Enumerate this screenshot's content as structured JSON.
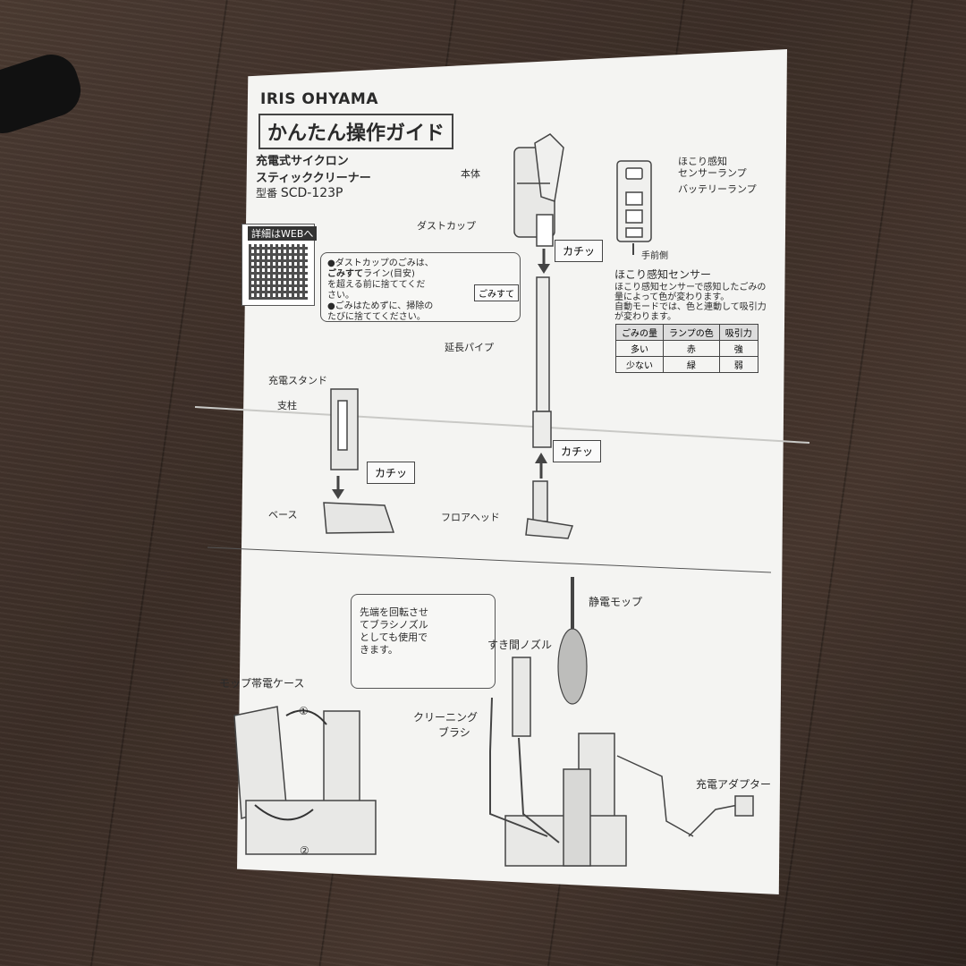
{
  "brand": "IRIS OHYAMA",
  "guide_title": "かんたん操作ガイド",
  "product": {
    "line1": "充電式サイクロン",
    "line2": "スティッククリーナー",
    "model_prefix": "型番",
    "model": "SCD-123P"
  },
  "web_label": "詳細はWEBへ",
  "dust_note": {
    "bullet1_a": "●ダストカップのごみは、",
    "bullet1_b": "ごみすて",
    "bullet1_c": "ライン(目安)",
    "bullet1_d": "を超える前に捨ててくだ",
    "bullet1_e": "さい。",
    "bullet2_a": "●ごみはためずに、掃除の",
    "bullet2_b": "たびに捨ててください。",
    "gomisute": "ごみすて"
  },
  "labels": {
    "body": "本体",
    "dust_cup": "ダストカップ",
    "click1": "カチッ",
    "click2": "カチッ",
    "click3": "カチッ",
    "extension_pipe": "延長パイプ",
    "floor_head": "フロアヘッド",
    "charge_stand": "充電スタンド",
    "pillar": "支柱",
    "base": "ベース",
    "dust_sensor_lamp_1": "ほこり感知",
    "dust_sensor_lamp_2": "センサーランプ",
    "battery_lamp": "バッテリーランプ",
    "front_side": "手前側"
  },
  "sensor": {
    "heading": "ほこり感知センサー",
    "desc1": "ほこり感知センサーで感知したごみの",
    "desc2": "量によって色が変わります。",
    "desc3": "自動モードでは、色と連動して吸引力",
    "desc4": "が変わります。",
    "table": {
      "headers": [
        "ごみの量",
        "ランプの色",
        "吸引力"
      ],
      "rows": [
        [
          "多い",
          "赤",
          "強"
        ],
        [
          "少ない",
          "緑",
          "弱"
        ]
      ]
    }
  },
  "accessories": {
    "rotate_note_1": "先端を回転させ",
    "rotate_note_2": "てブラシノズル",
    "rotate_note_3": "としても使用で",
    "rotate_note_4": "きます。",
    "crevice_nozzle": "すき間ノズル",
    "static_mop": "静電モップ",
    "mop_case": "モップ帯電ケース",
    "cleaning_brush_1": "クリーニング",
    "cleaning_brush_2": "ブラシ",
    "charge_adapter": "充電アダプター",
    "step1": "①",
    "step2": "②"
  }
}
